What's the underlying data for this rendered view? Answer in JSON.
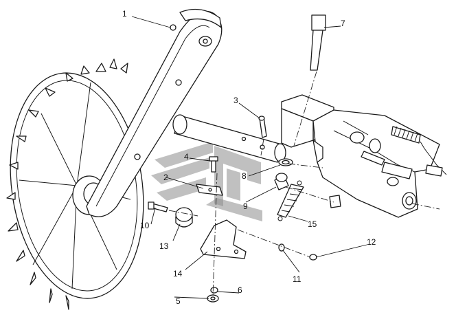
{
  "labels": {
    "l1": "1",
    "l2": "2",
    "l3": "3",
    "l4": "4",
    "l5": "5",
    "l6": "6",
    "l7": "7",
    "l8": "8",
    "l9": "9",
    "l10": "10",
    "l11": "11",
    "l12": "12",
    "l13": "13",
    "l14": "14",
    "l15": "15"
  },
  "colors": {
    "line": "#1a1a1a",
    "watermark": "#8c8c8c",
    "background": "#ffffff"
  }
}
